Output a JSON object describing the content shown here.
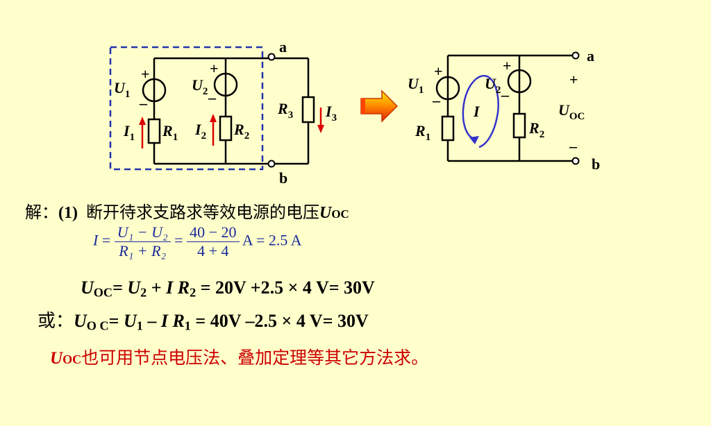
{
  "left_circuit": {
    "node_a": "a",
    "node_b": "b",
    "source1": {
      "name": "U",
      "sub": "1",
      "plus": "+",
      "minus": "–"
    },
    "source2": {
      "name": "U",
      "sub": "2",
      "plus": "+",
      "minus": "–"
    },
    "resistor1": {
      "name": "R",
      "sub": "1"
    },
    "resistor2": {
      "name": "R",
      "sub": "2"
    },
    "resistor3": {
      "name": "R",
      "sub": "3"
    },
    "current1": {
      "name": "I",
      "sub": "1"
    },
    "current2": {
      "name": "I",
      "sub": "2"
    },
    "current3": {
      "name": "I",
      "sub": "3"
    }
  },
  "right_circuit": {
    "node_a": "a",
    "node_b": "b",
    "source1": {
      "name": "U",
      "sub": "1",
      "plus": "+",
      "minus": "–"
    },
    "source2": {
      "name": "U",
      "sub": "2",
      "plus": "+",
      "minus": "–"
    },
    "resistor1": {
      "name": "R",
      "sub": "1"
    },
    "resistor2": {
      "name": "R",
      "sub": "2"
    },
    "loop_current": "I",
    "output_plus": "+",
    "output_minus": "–",
    "output_voltage": {
      "name": "U",
      "sub": "OC"
    }
  },
  "colors": {
    "background": "#ffffcc",
    "formula": "#1a2a9a",
    "note": "#cc0000",
    "arrow": "#ff6600",
    "current_arrow": "#dd0000",
    "loop": "#3333cc",
    "dashed_box": "#2233aa"
  },
  "solution": {
    "prefix": "解：",
    "step": "(1)",
    "text": "断开待求支路求等效电源的电压",
    "var": "U",
    "var_sub": "OC"
  },
  "formula": {
    "lhs": "I",
    "eq1": "=",
    "num1": "U₁ − U₂",
    "den1": "R₁ + R₂",
    "eq2": "=",
    "num2": "40 − 20",
    "den2": "4 + 4",
    "result": "A = 2.5 A"
  },
  "line1": {
    "u": "U",
    "u_sub": "OC",
    "eq": "= ",
    "u2": "U",
    "u2_sub": "2",
    "plus": " + ",
    "i": "I",
    "r": "R",
    "r_sub": "2",
    "rest": " = 20V +2.5 × 4  V= 30V"
  },
  "line2": {
    "prefix": "或：",
    "u": "U",
    "u_sub": "O C",
    "eq": "= ",
    "u1": "U",
    "u1_sub": "1",
    "minus": " – ",
    "i": "I",
    "r": "R",
    "r_sub": "1",
    "rest": " = 40V –2.5 × 4 V= 30V"
  },
  "note": {
    "var": "U",
    "var_sub": "OC",
    "text": "也可用节点电压法、叠加定理等其它方法求。"
  }
}
